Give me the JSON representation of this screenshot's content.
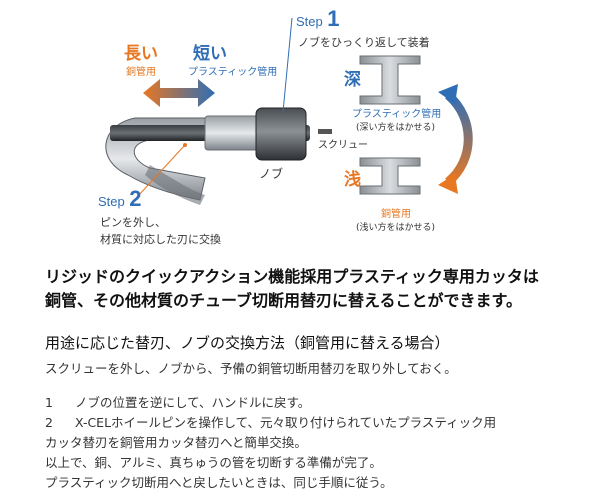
{
  "illustration": {
    "long_label": "長い",
    "long_sub": "銅管用",
    "short_label": "短い",
    "short_sub": "プラスティック管用",
    "step1_word": "Step",
    "step1_num": "1",
    "step1_desc": "ノブをひっくり返して装着",
    "screw_label": "スクリュー",
    "knob_label": "ノブ",
    "step2_word": "Step",
    "step2_num": "2",
    "step2_desc_1": "ピンを外し、",
    "step2_desc_2": "材質に対応した刃に交換",
    "deep_label": "深",
    "deep_sub": "プラスティック管用",
    "deep_note": "(深い方をはかせる)",
    "shallow_label": "浅",
    "shallow_sub": "銅管用",
    "shallow_note": "(浅い方をはかせる)",
    "colors": {
      "orange": "#e87722",
      "blue": "#2f6eb5",
      "gray": "#7f7f7f"
    }
  },
  "headline": {
    "line1": "リジッドのクイックアクション機能採用プラスティック専用カッタは",
    "line2": "銅管、その他材質のチューブ切断用替刃に替えることができます。"
  },
  "section": {
    "title": "用途に応じた替刃、ノブの交換方法（銅管用に替える場合）",
    "intro": "スクリューを外し、ノブから、予備の銅管切断用替刃を取り外しておく。",
    "steps": [
      {
        "num": "1",
        "text": "ノブの位置を逆にして、ハンドルに戻す。"
      },
      {
        "num": "2",
        "text": "X-CELホイールピンを操作して、元々取り付けられていたプラスティック用"
      }
    ],
    "step2_cont": "カッタ替刃を銅管用カッタ替刃へと簡単交換。",
    "outro1": "以上で、銅、アルミ、真ちゅうの管を切断する準備が完了。",
    "outro2": "プラスティック切断用へと戻したいときは、同じ手順に従う。"
  }
}
